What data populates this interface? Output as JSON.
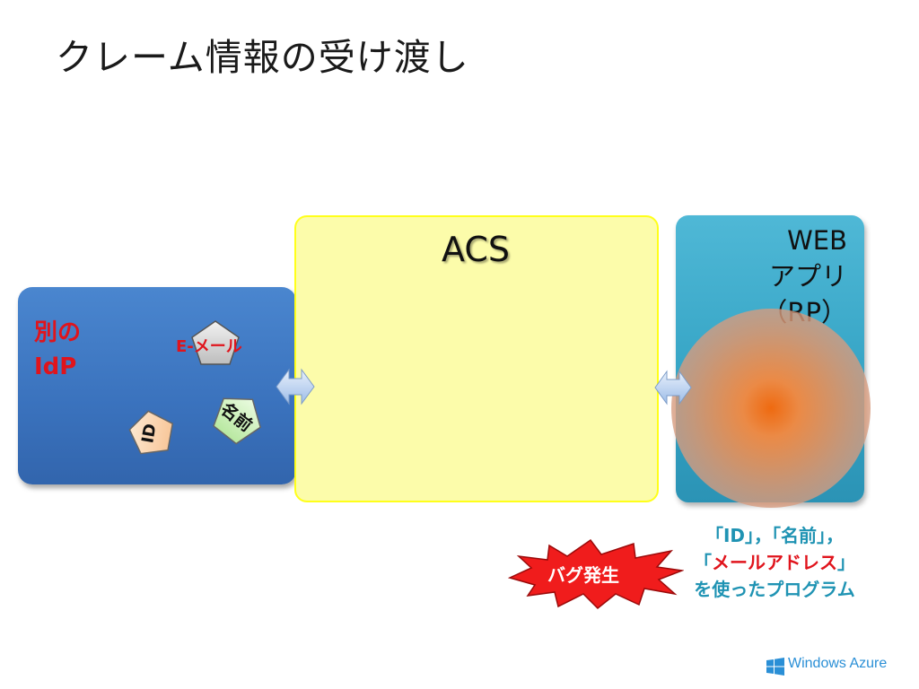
{
  "slide": {
    "title": "クレーム情報の受け渡し"
  },
  "idp": {
    "label_line1": "別の",
    "label_line2": "IdP",
    "tokens": {
      "email": "E-メール",
      "name": "名前",
      "id": "ID"
    }
  },
  "acs": {
    "label": "ACS"
  },
  "rp": {
    "label_line1": "WEB",
    "label_line2": "アプリ",
    "label_line3": "（RP）"
  },
  "caption": {
    "line1": "「ID」，「名前」，",
    "line2_open": "「",
    "line2_red": "メールアドレス",
    "line2_close": "」",
    "line3": "を使ったプログラム"
  },
  "burst": {
    "label": "バグ発生"
  },
  "branding": {
    "label": "Windows Azure"
  },
  "colors": {
    "idp_box": "#3a72bd",
    "acs_box": "#fcfcaa",
    "rp_box": "#34a3c4",
    "highlight_red": "#e0141c",
    "caption_teal": "#1f93b3"
  }
}
